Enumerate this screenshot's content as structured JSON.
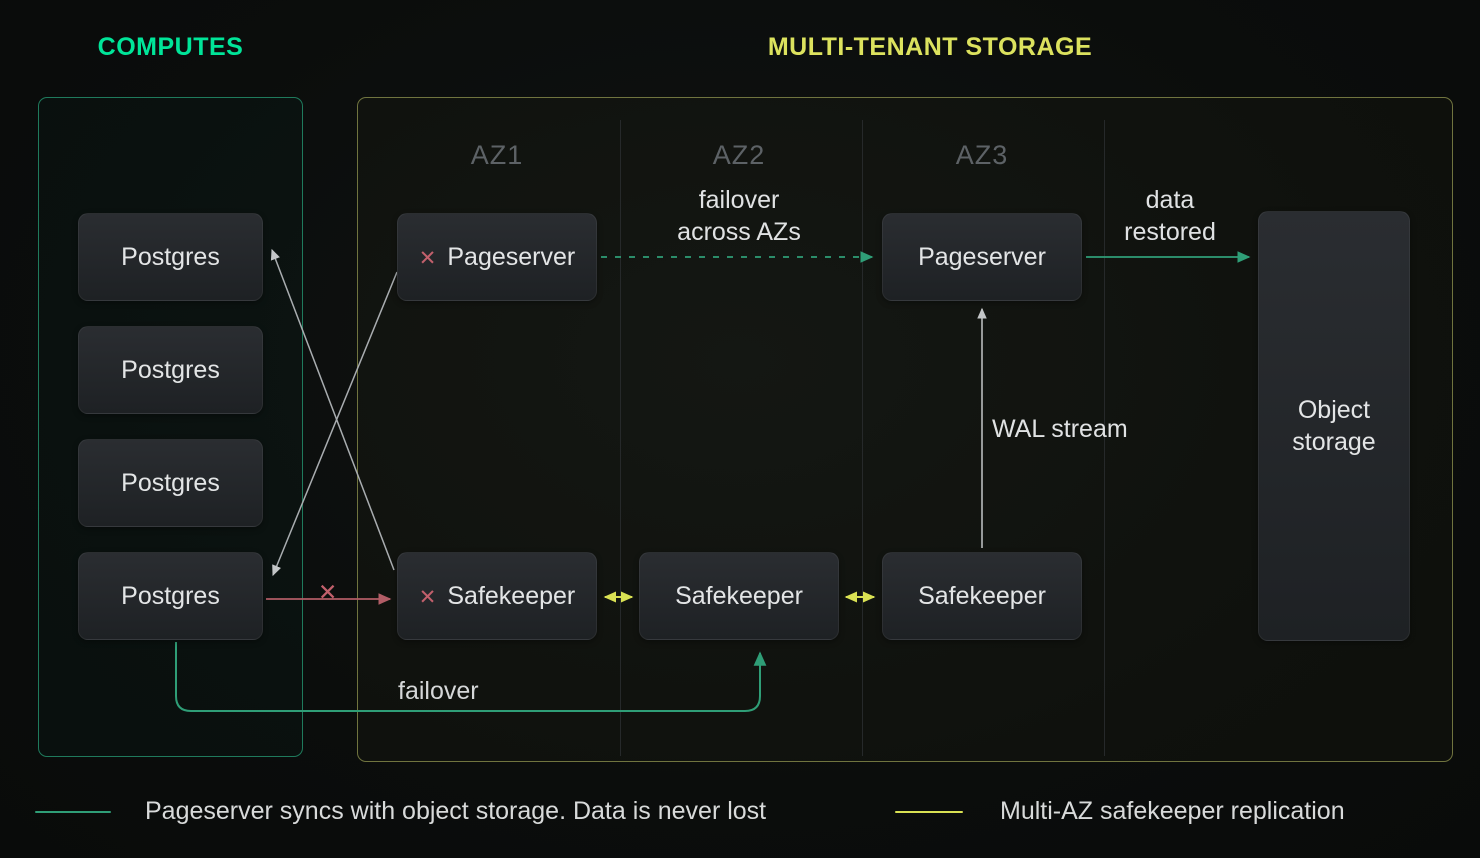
{
  "header": {
    "computes_title": "COMPUTES",
    "storage_title": "MULTI-TENANT STORAGE"
  },
  "computes": {
    "nodes": [
      {
        "label": "Postgres"
      },
      {
        "label": "Postgres"
      },
      {
        "label": "Postgres"
      },
      {
        "label": "Postgres"
      }
    ]
  },
  "storage": {
    "zones": [
      {
        "label": "AZ1"
      },
      {
        "label": "AZ2"
      },
      {
        "label": "AZ3"
      }
    ],
    "nodes": {
      "pageserver_az1": {
        "label": "Pageserver",
        "failed": true
      },
      "pageserver_az3": {
        "label": "Pageserver",
        "failed": false
      },
      "safekeeper_az1": {
        "label": "Safekeeper",
        "failed": true
      },
      "safekeeper_az2": {
        "label": "Safekeeper",
        "failed": false
      },
      "safekeeper_az3": {
        "label": "Safekeeper",
        "failed": false
      },
      "object_storage": {
        "label": "Object storage"
      }
    }
  },
  "icons": {
    "fail_mark": "✕"
  },
  "annotations": {
    "failover_across_azs": [
      "failover",
      "across AZs"
    ],
    "data_restored": [
      "data",
      "restored"
    ],
    "wal_stream": "WAL stream",
    "failover": "failover"
  },
  "legend": [
    {
      "label": "Pageserver syncs with object storage. Data is never lost",
      "color": "#2f9e77"
    },
    {
      "label": "Multi-AZ safekeeper replication",
      "color": "#d9e153"
    }
  ],
  "colors": {
    "computes_accent": "#00e599",
    "storage_accent": "#dce25e",
    "arrow_green": "#2f9e77",
    "arrow_yellow": "#d9e153",
    "arrow_gray": "#c3c6c8",
    "fail_red": "#c2606c"
  }
}
